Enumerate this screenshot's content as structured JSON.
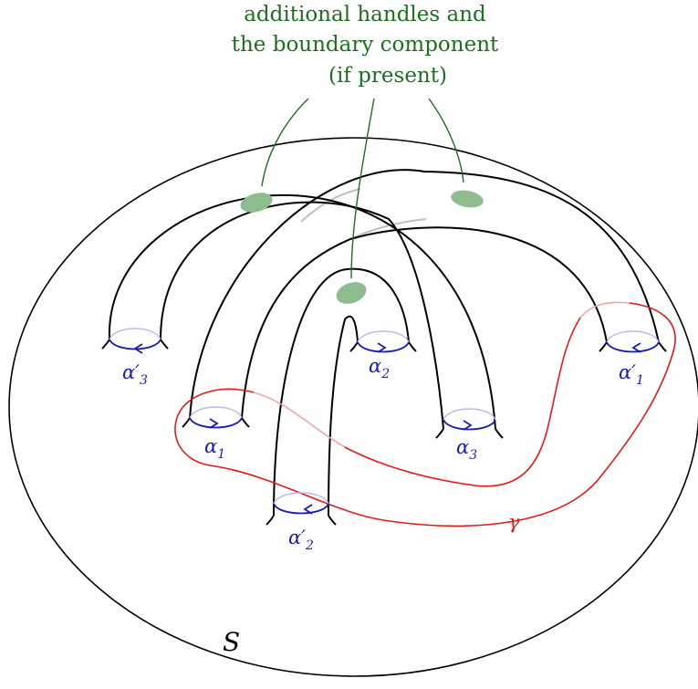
{
  "caption": {
    "line1": "additional handles and",
    "line2": "the boundary component",
    "line3": "(if present)"
  },
  "labels": {
    "alpha3_prime": "α′",
    "alpha3_prime_sub": "3",
    "alpha1": "α",
    "alpha1_sub": "1",
    "alpha2": "α",
    "alpha2_sub": "2",
    "alpha2_prime": "α′",
    "alpha2_prime_sub": "2",
    "alpha3": "α",
    "alpha3_sub": "3",
    "alpha1_prime": "α′",
    "alpha1_prime_sub": "1",
    "gamma": "γ",
    "surface": "S"
  },
  "colors": {
    "handles_disks": "#8fbc8f",
    "caption": "#1f6e1f",
    "curves_alpha": "#1a1ab8",
    "curve_gamma": "#e31a1a"
  }
}
